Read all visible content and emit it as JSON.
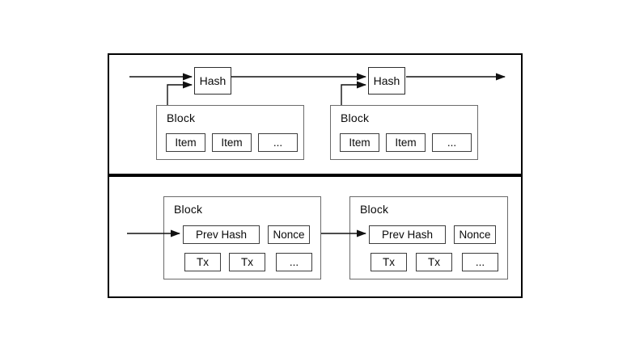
{
  "top_panel": {
    "hash_labels": [
      "Hash",
      "Hash"
    ],
    "blocks": [
      {
        "title": "Block",
        "items": [
          "Item",
          "Item",
          "..."
        ]
      },
      {
        "title": "Block",
        "items": [
          "Item",
          "Item",
          "..."
        ]
      }
    ]
  },
  "bottom_panel": {
    "blocks": [
      {
        "title": "Block",
        "prev_hash": "Prev Hash",
        "nonce": "Nonce",
        "txs": [
          "Tx",
          "Tx",
          "..."
        ]
      },
      {
        "title": "Block",
        "prev_hash": "Prev Hash",
        "nonce": "Nonce",
        "txs": [
          "Tx",
          "Tx",
          "..."
        ]
      }
    ]
  },
  "colors": {
    "background": "#ffffff",
    "panel_border": "#000000",
    "box_border": "#3d3d3d",
    "arrow": "#111111"
  }
}
